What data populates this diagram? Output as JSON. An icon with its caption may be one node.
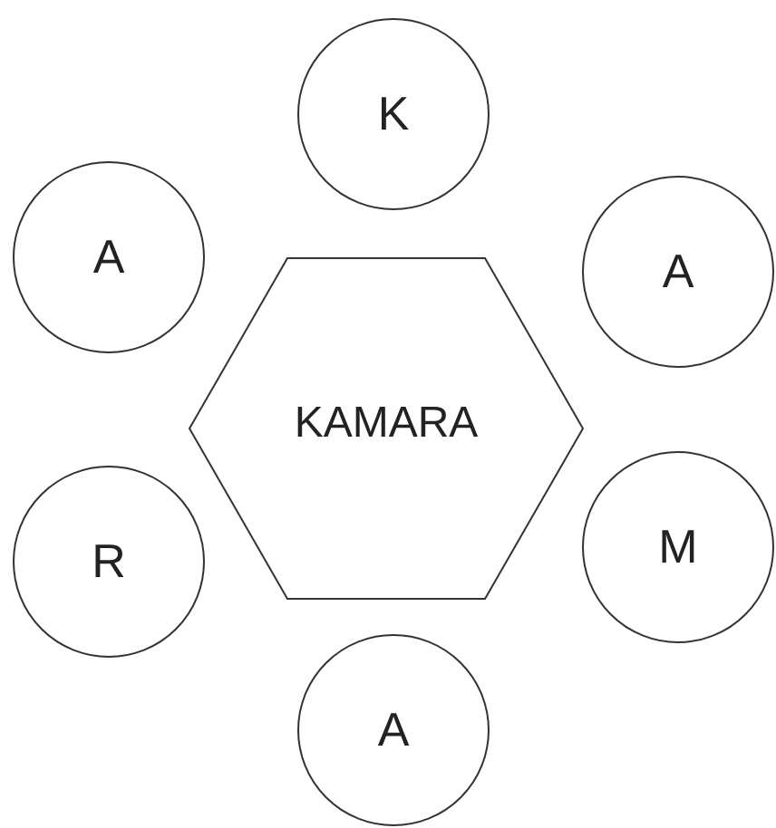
{
  "diagram": {
    "nodes": [
      {
        "text": [
          "K"
        ]
      },
      {
        "text": [
          "A"
        ]
      },
      {
        "text": [
          "A"
        ]
      },
      {
        "text": [
          "KAMARA"
        ]
      },
      {
        "text": [
          "R"
        ]
      },
      {
        "text": [
          "M"
        ]
      },
      {
        "text": [
          "A"
        ]
      }
    ]
  }
}
